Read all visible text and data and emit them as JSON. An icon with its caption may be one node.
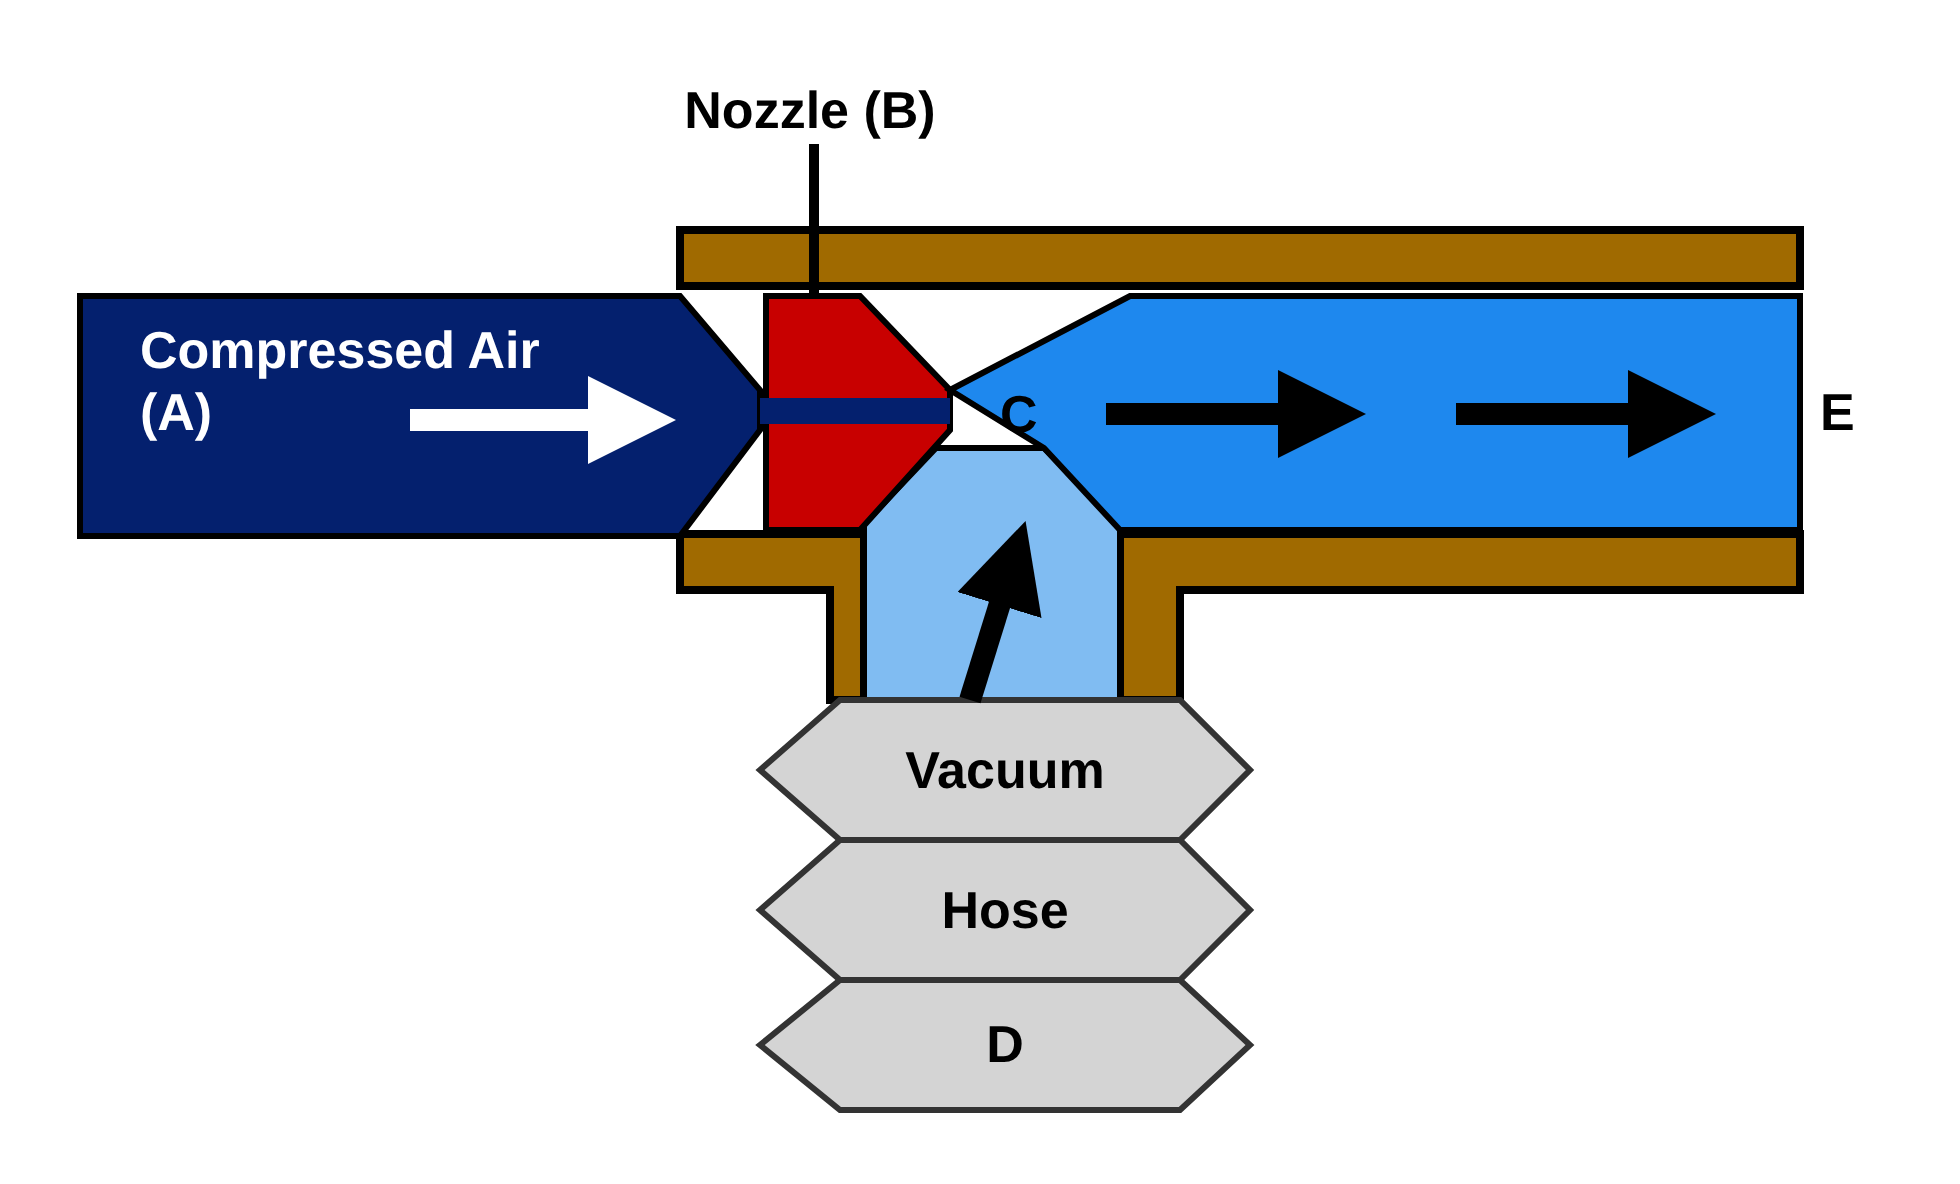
{
  "diagram": {
    "nodes": [
      {
        "text": [
          "Compressed Air (A)"
        ]
      },
      {
        "text": [
          "Nozzle (B)"
        ]
      },
      {
        "text": [],
        "shape": "box"
      },
      {
        "text": [
          "C"
        ],
        "beside": [
          "E"
        ]
      },
      {
        "text": [
          "Vacuum"
        ]
      },
      {
        "text": [
          "Hose"
        ]
      },
      {
        "text": [
          "D"
        ]
      }
    ],
    "edges": [
      {
        "from": 1,
        "to": 2,
        "arrow": "none"
      }
    ]
  }
}
